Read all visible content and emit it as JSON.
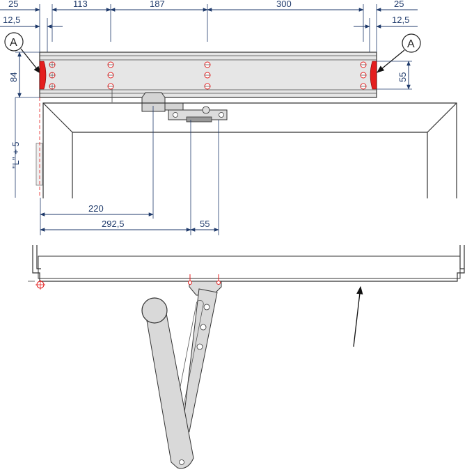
{
  "drawing": {
    "colors": {
      "dimension": "#1f3a6b",
      "outline": "#333333",
      "rail_fill": "#e6e6e6",
      "highlight": "#e41e1e",
      "arm_fill": "#d9d9d9"
    },
    "top_dimensions": {
      "d1": "25",
      "d2": "113",
      "d3": "187",
      "d4": "300",
      "d5": "25",
      "offset_left": "12,5",
      "offset_right": "12,5"
    },
    "side_dimensions": {
      "left_height": "84",
      "right_height": "55",
      "hinge_label": "\"L\" + 5"
    },
    "bottom_dimensions": {
      "d_220": "220",
      "d_292": "292,5",
      "d_55": "55"
    },
    "callouts": {
      "left": "A",
      "right": "A"
    }
  }
}
